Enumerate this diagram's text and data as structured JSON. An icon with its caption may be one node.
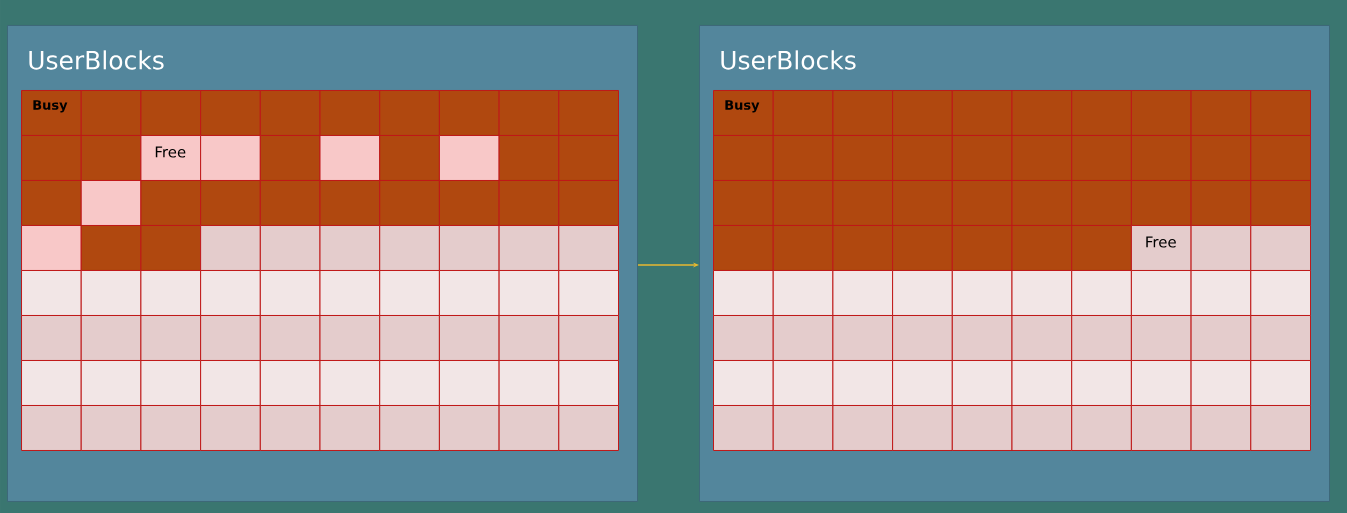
{
  "diagram": {
    "nodes": [
      {
        "text": [
          "UserBlocks"
        ]
      },
      {
        "text": [
          "Busy"
        ],
        "in": 0
      },
      {
        "text": [],
        "shape": "box",
        "in": 0
      },
      {
        "text": [],
        "shape": "box",
        "in": 0
      },
      {
        "text": [],
        "shape": "box",
        "in": 0
      },
      {
        "text": [],
        "shape": "box",
        "in": 0
      },
      {
        "text": [],
        "shape": "box",
        "in": 0
      },
      {
        "text": [],
        "shape": "box",
        "in": 0
      },
      {
        "text": [],
        "shape": "box",
        "in": 0
      },
      {
        "text": [],
        "shape": "box",
        "in": 0
      },
      {
        "text": [],
        "shape": "box",
        "in": 0
      },
      {
        "text": [],
        "shape": "box",
        "in": 0
      },
      {
        "text": [],
        "shape": "box",
        "in": 0
      },
      {
        "text": [
          "Free"
        ],
        "in": 0
      },
      {
        "text": [],
        "shape": "box",
        "in": 0
      },
      {
        "text": [],
        "shape": "box",
        "in": 0
      },
      {
        "text": [],
        "shape": "box",
        "in": 0
      },
      {
        "text": [],
        "shape": "box",
        "in": 0
      },
      {
        "text": [],
        "shape": "box",
        "in": 0
      },
      {
        "text": [],
        "shape": "box",
        "in": 0
      },
      {
        "text": [],
        "shape": "box",
        "in": 0
      },
      {
        "text": [],
        "shape": "box",
        "in": 0
      },
      {
        "text": [],
        "shape": "box",
        "in": 0
      },
      {
        "text": [],
        "shape": "box",
        "in": 0
      },
      {
        "text": [],
        "shape": "box",
        "in": 0
      },
      {
        "text": [],
        "shape": "box",
        "in": 0
      },
      {
        "text": [],
        "shape": "box",
        "in": 0
      },
      {
        "text": [],
        "shape": "box",
        "in": 0
      },
      {
        "text": [],
        "shape": "box",
        "in": 0
      },
      {
        "text": [],
        "shape": "box",
        "in": 0
      },
      {
        "text": [],
        "shape": "box",
        "in": 0
      },
      {
        "text": [],
        "shape": "box",
        "in": 0
      },
      {
        "text": [],
        "shape": "box",
        "in": 0
      },
      {
        "text": [],
        "shape": "box",
        "in": 0
      },
      {
        "text": [],
        "shape": "box",
        "in": 0
      },
      {
        "text": [],
        "shape": "box",
        "in": 0
      },
      {
        "text": [],
        "shape": "box",
        "in": 0
      },
      {
        "text": [],
        "shape": "box",
        "in": 0
      },
      {
        "text": [],
        "shape": "box",
        "in": 0
      },
      {
        "text": [],
        "shape": "box",
        "in": 0
      },
      {
        "text": [],
        "shape": "box",
        "in": 0
      },
      {
        "text": [],
        "shape": "box",
        "in": 0
      },
      {
        "text": [],
        "shape": "box",
        "in": 0
      },
      {
        "text": [],
        "shape": "box",
        "in": 0
      },
      {
        "text": [],
        "shape": "box",
        "in": 0
      },
      {
        "text": [],
        "shape": "box",
        "in": 0
      },
      {
        "text": [],
        "shape": "box",
        "in": 0
      },
      {
        "text": [],
        "shape": "box",
        "in": 0
      },
      {
        "text": [],
        "shape": "box",
        "in": 0
      },
      {
        "text": [],
        "shape": "box",
        "in": 0
      },
      {
        "text": [],
        "shape": "box",
        "in": 0
      },
      {
        "text": [],
        "shape": "box",
        "in": 0
      },
      {
        "text": [],
        "shape": "box",
        "in": 0
      },
      {
        "text": [],
        "shape": "box",
        "in": 0
      },
      {
        "text": [],
        "shape": "box",
        "in": 0
      },
      {
        "text": [],
        "shape": "box",
        "in": 0
      },
      {
        "text": [],
        "shape": "box",
        "in": 0
      },
      {
        "text": [],
        "shape": "box",
        "in": 0
      },
      {
        "text": [],
        "shape": "box",
        "in": 0
      },
      {
        "text": [],
        "shape": "box",
        "in": 0
      },
      {
        "text": [],
        "shape": "box",
        "in": 0
      },
      {
        "text": [],
        "shape": "box",
        "in": 0
      },
      {
        "text": [],
        "shape": "box",
        "in": 0
      },
      {
        "text": [],
        "shape": "box",
        "in": 0
      },
      {
        "text": [],
        "shape": "box",
        "in": 0
      },
      {
        "text": [],
        "shape": "box",
        "in": 0
      },
      {
        "text": [],
        "shape": "box",
        "in": 0
      },
      {
        "text": [],
        "shape": "box",
        "in": 0
      },
      {
        "text": [],
        "shape": "box",
        "in": 0
      },
      {
        "text": [],
        "shape": "box",
        "in": 0
      },
      {
        "text": [],
        "shape": "box",
        "in": 0
      },
      {
        "text": [],
        "shape": "box",
        "in": 0
      },
      {
        "text": [],
        "shape": "box",
        "in": 0
      },
      {
        "text": [],
        "shape": "box",
        "in": 0
      },
      {
        "text": [],
        "shape": "box",
        "in": 0
      },
      {
        "text": [],
        "shape": "box",
        "in": 0
      },
      {
        "text": [],
        "shape": "box",
        "in": 0
      },
      {
        "text": [],
        "shape": "box",
        "in": 0
      },
      {
        "text": [],
        "shape": "box",
        "in": 0
      },
      {
        "text": [],
        "shape": "box",
        "in": 0
      },
      {
        "text": [],
        "shape": "box",
        "in": 0
      },
      {
        "text": [
          "UserBlocks"
        ]
      },
      {
        "text": [
          "Busy"
        ],
        "in": 81
      },
      {
        "text": [],
        "shape": "box",
        "in": 81
      },
      {
        "text": [],
        "shape": "box",
        "in": 81
      },
      {
        "text": [],
        "shape": "box",
        "in": 81
      },
      {
        "text": [],
        "shape": "box",
        "in": 81
      },
      {
        "text": [],
        "shape": "box",
        "in": 81
      },
      {
        "text": [],
        "shape": "box",
        "in": 81
      },
      {
        "text": [],
        "shape": "box",
        "in": 81
      },
      {
        "text": [],
        "shape": "box",
        "in": 81
      },
      {
        "text": [],
        "shape": "box",
        "in": 81
      },
      {
        "text": [],
        "shape": "box",
        "in": 81
      },
      {
        "text": [],
        "shape": "box",
        "in": 81
      },
      {
        "text": [],
        "shape": "box",
        "in": 81
      },
      {
        "text": [],
        "shape": "box",
        "in": 81
      },
      {
        "text": [],
        "shape": "box",
        "in": 81
      },
      {
        "text": [],
        "shape": "box",
        "in": 81
      },
      {
        "text": [],
        "shape": "box",
        "in": 81
      },
      {
        "text": [],
        "shape": "box",
        "in": 81
      },
      {
        "text": [],
        "shape": "box",
        "in": 81
      },
      {
        "text": [],
        "shape": "box",
        "in": 81
      },
      {
        "text": [],
        "shape": "box",
        "in": 81
      },
      {
        "text": [],
        "shape": "box",
        "in": 81
      },
      {
        "text": [],
        "shape": "box",
        "in": 81
      },
      {
        "text": [],
        "shape": "box",
        "in": 81
      },
      {
        "text": [],
        "shape": "box",
        "in": 81
      },
      {
        "text": [],
        "shape": "box",
        "in": 81
      },
      {
        "text": [],
        "shape": "box",
        "in": 81
      },
      {
        "text": [],
        "shape": "box",
        "in": 81
      },
      {
        "text": [],
        "shape": "box",
        "in": 81
      },
      {
        "text": [],
        "shape": "box",
        "in": 81
      },
      {
        "text": [],
        "shape": "box",
        "in": 81
      },
      {
        "text": [],
        "shape": "box",
        "in": 81
      },
      {
        "text": [],
        "shape": "box",
        "in": 81
      },
      {
        "text": [],
        "shape": "box",
        "in": 81
      },
      {
        "text": [],
        "shape": "box",
        "in": 81
      },
      {
        "text": [],
        "shape": "box",
        "in": 81
      },
      {
        "text": [],
        "shape": "box",
        "in": 81
      },
      {
        "text": [
          "Free"
        ],
        "in": 81
      },
      {
        "text": [],
        "shape": "box",
        "in": 81
      },
      {
        "text": [],
        "shape": "box",
        "in": 81
      },
      {
        "text": [],
        "shape": "box",
        "in": 81
      },
      {
        "text": [],
        "shape": "box",
        "in": 81
      },
      {
        "text": [],
        "shape": "box",
        "in": 81
      },
      {
        "text": [],
        "shape": "box",
        "in": 81
      },
      {
        "text": [],
        "shape": "box",
        "in": 81
      },
      {
        "text": [],
        "shape": "box",
        "in": 81
      },
      {
        "text": [],
        "shape": "box",
        "in": 81
      },
      {
        "text": [],
        "shape": "box",
        "in": 81
      },
      {
        "text": [],
        "shape": "box",
        "in": 81
      },
      {
        "text": [],
        "shape": "box",
        "in": 81
      },
      {
        "text": [],
        "shape": "box",
        "in": 81
      },
      {
        "text": [],
        "shape": "box",
        "in": 81
      },
      {
        "text": [],
        "shape": "box",
        "in": 81
      },
      {
        "text": [],
        "shape": "box",
        "in": 81
      },
      {
        "text": [],
        "shape": "box",
        "in": 81
      },
      {
        "text": [],
        "shape": "box",
        "in": 81
      },
      {
        "text": [],
        "shape": "box",
        "in": 81
      },
      {
        "text": [],
        "shape": "box",
        "in": 81
      },
      {
        "text": [],
        "shape": "box",
        "in": 81
      },
      {
        "text": [],
        "shape": "box",
        "in": 81
      },
      {
        "text": [],
        "shape": "box",
        "in": 81
      },
      {
        "text": [],
        "shape": "box",
        "in": 81
      },
      {
        "text": [],
        "shape": "box",
        "in": 81
      },
      {
        "text": [],
        "shape": "box",
        "in": 81
      },
      {
        "text": [],
        "shape": "box",
        "in": 81
      },
      {
        "text": [],
        "shape": "box",
        "in": 81
      },
      {
        "text": [],
        "shape": "box",
        "in": 81
      },
      {
        "text": [],
        "shape": "box",
        "in": 81
      },
      {
        "text": [],
        "shape": "box",
        "in": 81
      },
      {
        "text": [],
        "shape": "box",
        "in": 81
      },
      {
        "text": [],
        "shape": "box",
        "in": 81
      },
      {
        "text": [],
        "shape": "box",
        "in": 81
      },
      {
        "text": [],
        "shape": "box",
        "in": 81
      },
      {
        "text": [],
        "shape": "box",
        "in": 81
      },
      {
        "text": [],
        "shape": "box",
        "in": 81
      },
      {
        "text": [],
        "shape": "box",
        "in": 81
      },
      {
        "text": [],
        "shape": "box",
        "in": 81
      },
      {
        "text": [],
        "shape": "box",
        "in": 81
      },
      {
        "text": [],
        "shape": "box",
        "in": 81
      },
      {
        "text": [],
        "shape": "box",
        "in": 81
      }
    ],
    "edges": [
      {
        "from": 0,
        "to": 81,
        "arrow": "to"
      }
    ]
  }
}
